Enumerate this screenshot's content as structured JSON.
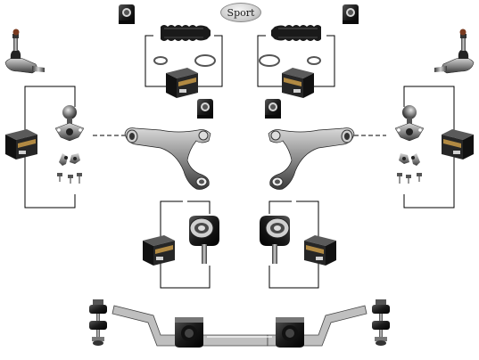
{
  "badge": {
    "label": "Sport"
  },
  "colors": {
    "metal_dark": "#2a2a2a",
    "metal_mid": "#6e6e6e",
    "metal_light": "#c9c9c9",
    "rubber": "#1c1c1c",
    "box_dark": "#1e1e1e",
    "box_label": "#d4a24a",
    "outline": "#000000",
    "background": "#ffffff"
  },
  "parts": [
    {
      "name": "tie-rod-end",
      "side": "left"
    },
    {
      "name": "tie-rod-end",
      "side": "right"
    },
    {
      "name": "stabilizer-bushing-small",
      "side": "left"
    },
    {
      "name": "stabilizer-bushing-small",
      "side": "right"
    },
    {
      "name": "steering-boot-kit",
      "side": "left"
    },
    {
      "name": "steering-boot-kit",
      "side": "right"
    },
    {
      "name": "ball-joint-kit",
      "side": "left"
    },
    {
      "name": "ball-joint-kit",
      "side": "right"
    },
    {
      "name": "control-arm",
      "side": "left"
    },
    {
      "name": "control-arm",
      "side": "right"
    },
    {
      "name": "arm-bushing-kit",
      "side": "left"
    },
    {
      "name": "arm-bushing-kit",
      "side": "right"
    },
    {
      "name": "stabilizer-link",
      "side": "left"
    },
    {
      "name": "stabilizer-link",
      "side": "right"
    },
    {
      "name": "stabilizer-bar",
      "side": "center"
    }
  ]
}
